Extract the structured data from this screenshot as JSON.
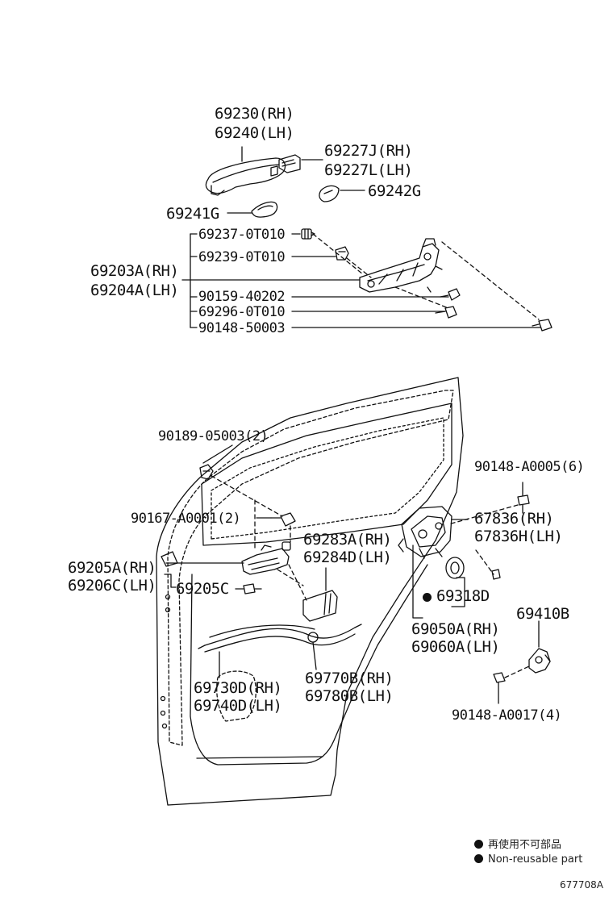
{
  "labels": {
    "l69230": "69230(RH)",
    "l69240": "69240(LH)",
    "l69227j": "69227J(RH)",
    "l69227l": "69227L(LH)",
    "l69242g": "69242G",
    "l69241g": "69241G",
    "l69237": "69237-0T010",
    "l69239": "69239-0T010",
    "l69203a": "69203A(RH)",
    "l69204a": "69204A(LH)",
    "l90159": "90159-40202",
    "l69296": "69296-0T010",
    "l90148_50003": "90148-50003",
    "l90189": "90189-05003(2)",
    "l90148_a0005": "90148-A0005(6)",
    "l90167": "90167-A0001(2)",
    "l67836rh": "67836(RH)",
    "l67836h": "67836H(LH)",
    "l69283a": "69283A(RH)",
    "l69284d": "69284D(LH)",
    "l69205a": "69205A(RH)",
    "l69206c": "69206C(LH)",
    "l69205c": "69205C",
    "l69318d": "69318D",
    "l69050a": "69050A(RH)",
    "l69060a": "69060A(LH)",
    "l69410b": "69410B",
    "l69770b": "69770B(RH)",
    "l69780b": "69780B(LH)",
    "l69730d": "69730D(RH)",
    "l69740d": "69740D(LH)",
    "l90148_a0017": "90148-A0017(4)"
  },
  "legend": {
    "jp": "再使用不可部品",
    "en": "Non-reusable part"
  },
  "illustration_code": "677708A"
}
